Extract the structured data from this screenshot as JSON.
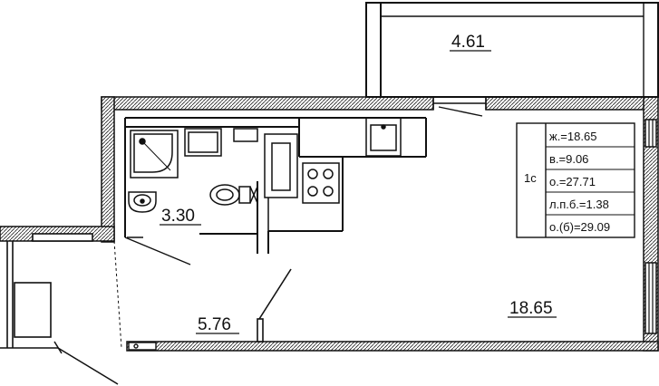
{
  "rooms": {
    "balcony_area": "4.61",
    "bathroom_area": "3.30",
    "hallway_area": "5.76",
    "living_area": "18.65"
  },
  "legend": {
    "apartment_type": "1с",
    "rows": [
      "ж.=18.65",
      "в.=9.06",
      "о.=27.71",
      "л.п.б.=1.38",
      "о.(б)=29.09"
    ]
  }
}
